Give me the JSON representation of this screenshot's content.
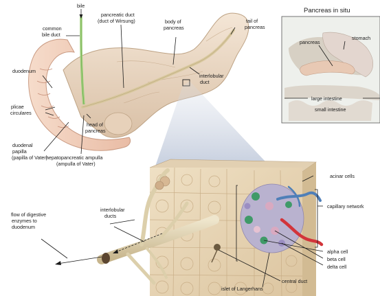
{
  "main_labels": {
    "bile": "bile",
    "common_bile_duct_1": "common",
    "common_bile_duct_2": "bile duct",
    "pancreatic_duct_1": "pancreatic duct",
    "pancreatic_duct_2": "(duct of Wirsung)",
    "body_1": "body of",
    "body_2": "pancreas",
    "tail_1": "tail of",
    "tail_2": "pancreas",
    "duodenum": "duodenum",
    "plicae_1": "plicae",
    "plicae_2": "circulares",
    "interlobular_duct_1": "interlobular",
    "interlobular_duct_2": "duct",
    "head_1": "head of",
    "head_2": "pancreas",
    "papilla_1": "duodenal",
    "papilla_2": "papilla",
    "papilla_3": "(papilla of Vater)",
    "ampulla_1": "hepatopancreatic ampulla",
    "ampulla_2": "(ampulla of Vater)"
  },
  "inset": {
    "title": "Pancreas in situ",
    "pancreas": "pancreas",
    "stomach": "stomach",
    "large_intestine": "large intestine",
    "small_intestine": "small intestine"
  },
  "detail_labels": {
    "flow_1": "flow of digestive",
    "flow_2": "enzymes to",
    "flow_3": "duodenum",
    "interlobular_ducts_1": "interlobular",
    "interlobular_ducts_2": "ducts",
    "acinar_cells": "acinar cells",
    "capillary_network": "capillary network",
    "alpha_cell": "alpha cell",
    "beta_cell": "beta cell",
    "delta_cell": "delta cell",
    "central_duct": "central duct",
    "islet": "islet of Langerhans"
  },
  "colors": {
    "pancreas_tissue": "#ecd9c6",
    "duodenum": "#f2d3c1",
    "duct": "#d6c8a6",
    "bile_duct": "#9fcf7a",
    "block_tissue": "#e9d7b8",
    "islet": "#b9b2cf",
    "alpha_cell": "#3f9a68",
    "capillary_blue": "#4f7fb8",
    "capillary_red": "#d2343a"
  }
}
